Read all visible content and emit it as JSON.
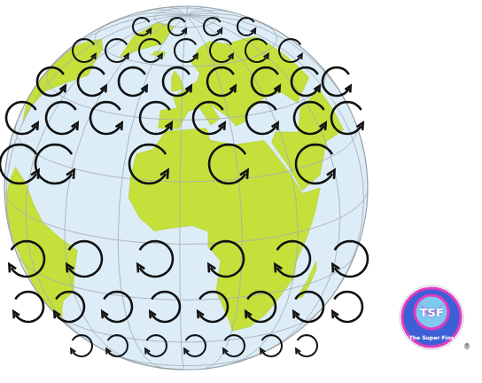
{
  "diagram": {
    "labels": [
      "TSF",
      "The Super Fins",
      "®"
    ]
  }
}
